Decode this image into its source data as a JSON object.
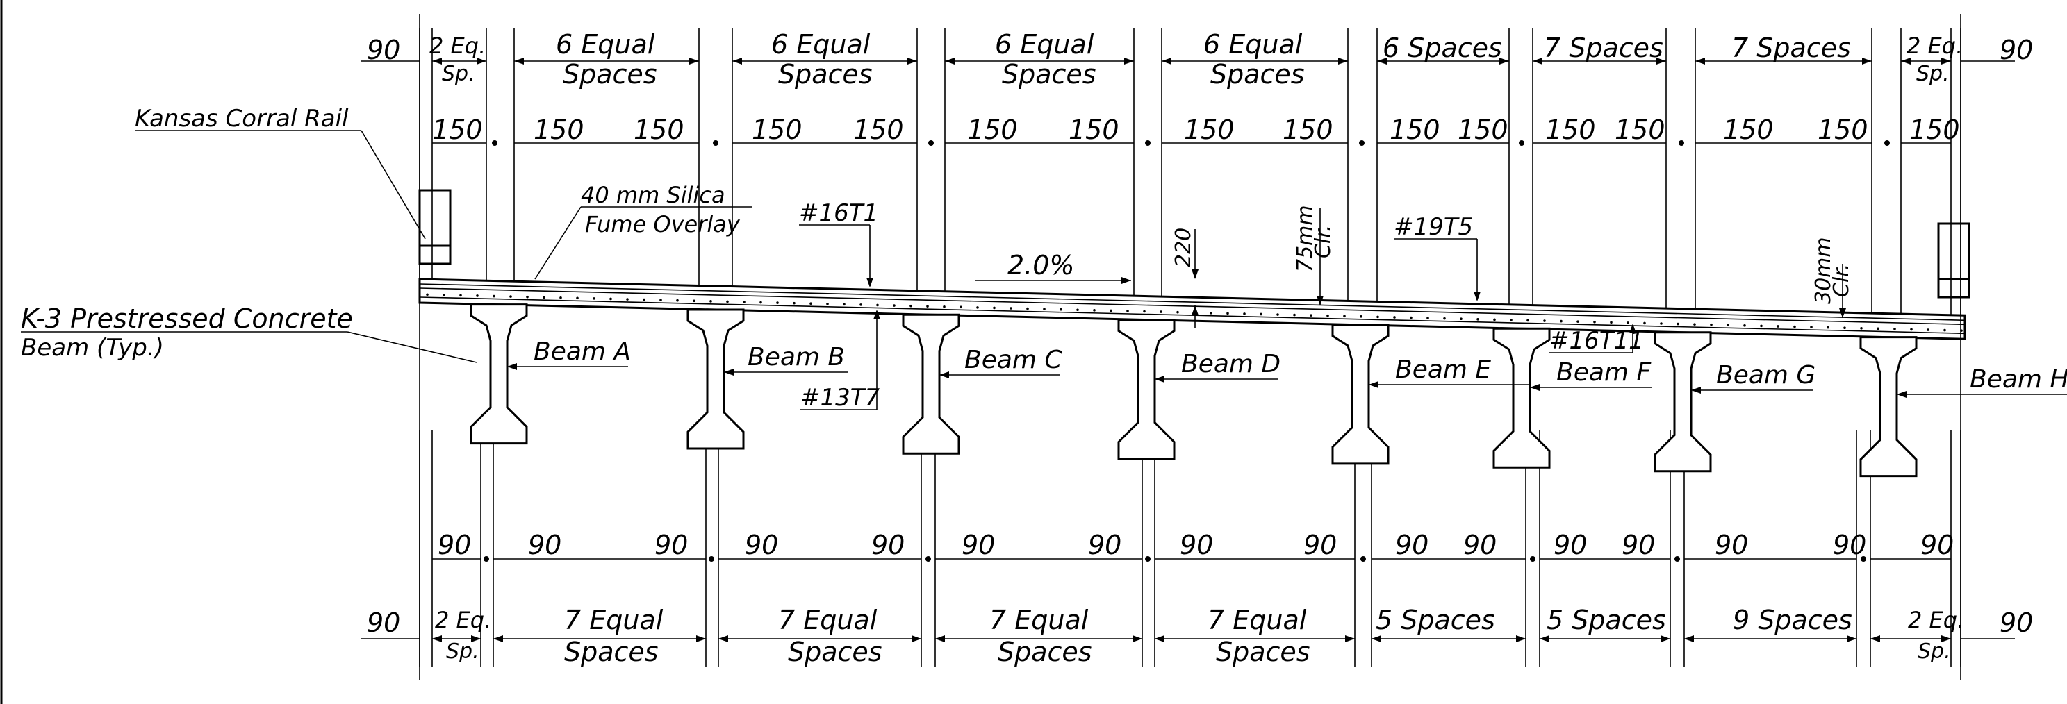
{
  "drawing": {
    "labels": {
      "rail": "Kansas Corral Rail",
      "beam_note_line1": "K-3 Prestressed Concrete",
      "beam_note_line2": "Beam (Typ.)",
      "overlay_line1": "40 mm Silica",
      "overlay_line2": "Fume Overlay",
      "cross_slope": "2.0%",
      "slab_thickness": "220",
      "top_clear": "75mm",
      "top_clear_suffix": "Clr.",
      "bottom_clear": "30mm",
      "bottom_clear_suffix": "Clr.",
      "bar_16T1": "#16T1",
      "bar_13T7": "#13T7",
      "bar_19T5": "#19T5",
      "bar_16T11": "#16T11"
    },
    "beams": [
      "Beam A",
      "Beam B",
      "Beam C",
      "Beam D",
      "Beam E",
      "Beam F",
      "Beam G",
      "Beam H"
    ],
    "top_dims": {
      "edge_left": "90",
      "edge_right": "90",
      "groups": [
        {
          "line1": "2 Eq.",
          "line2": "Sp."
        },
        {
          "line1": "6 Equal",
          "line2": "Spaces"
        },
        {
          "line1": "6 Equal",
          "line2": "Spaces"
        },
        {
          "line1": "6 Equal",
          "line2": "Spaces"
        },
        {
          "line1": "6 Equal",
          "line2": "Spaces"
        },
        {
          "line1": "6 Spaces",
          "line2": ""
        },
        {
          "line1": "7 Spaces",
          "line2": ""
        },
        {
          "line1": "7 Spaces",
          "line2": ""
        },
        {
          "line1": "2 Eq.",
          "line2": "Sp."
        }
      ],
      "row2": [
        "150",
        "150",
        "150",
        "150",
        "150",
        "150",
        "150",
        "150",
        "150",
        "150",
        "150",
        "150",
        "150",
        "150",
        "150",
        "150"
      ]
    },
    "bottom_dims": {
      "row1": [
        "90",
        "90",
        "90",
        "90",
        "90",
        "90",
        "90",
        "90",
        "90",
        "90",
        "90",
        "90",
        "90",
        "90",
        "90",
        "90"
      ],
      "edge_left": "90",
      "edge_right": "90",
      "groups": [
        {
          "line1": "2 Eq.",
          "line2": "Sp."
        },
        {
          "line1": "7 Equal",
          "line2": "Spaces"
        },
        {
          "line1": "7 Equal",
          "line2": "Spaces"
        },
        {
          "line1": "7 Equal",
          "line2": "Spaces"
        },
        {
          "line1": "7 Equal",
          "line2": "Spaces"
        },
        {
          "line1": "5 Spaces",
          "line2": ""
        },
        {
          "line1": "5 Spaces",
          "line2": ""
        },
        {
          "line1": "9 Spaces",
          "line2": ""
        },
        {
          "line1": "2 Eq.",
          "line2": "Sp."
        }
      ]
    }
  }
}
